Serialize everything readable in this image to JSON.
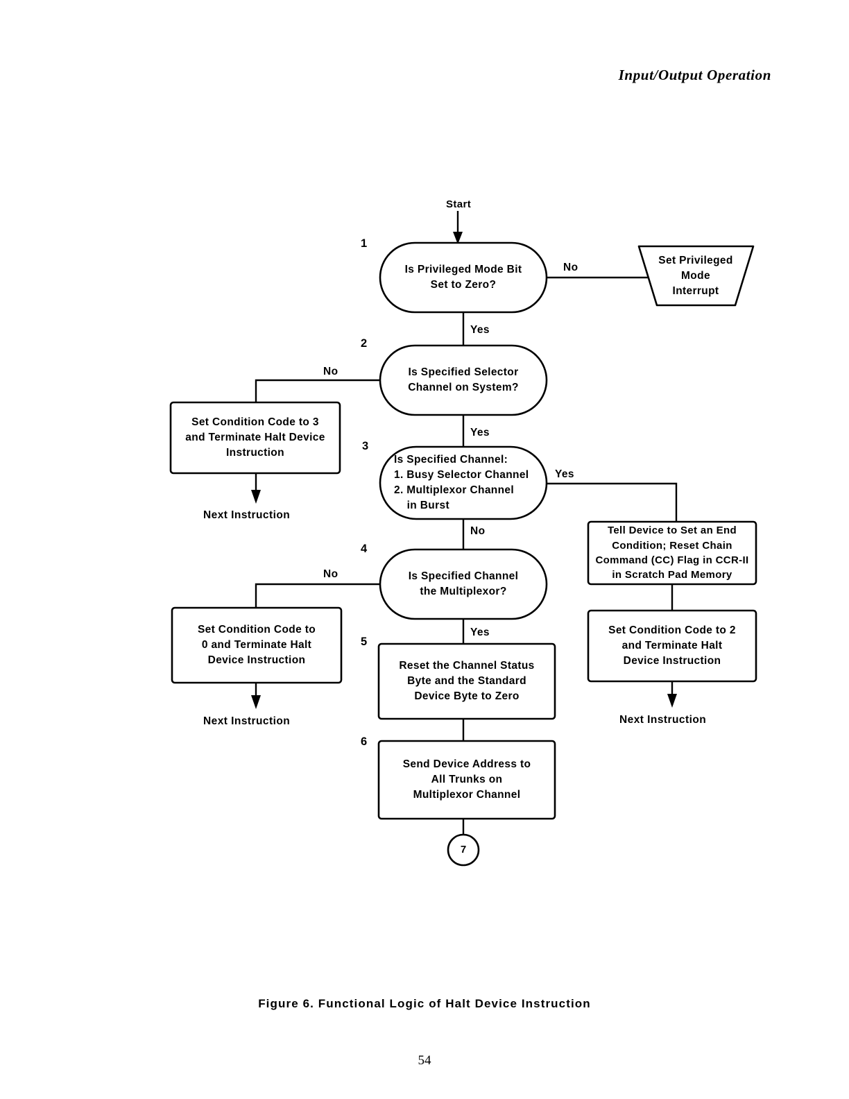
{
  "page": {
    "running_head": "Input/Output Operation",
    "caption": "Figure 6. Functional Logic of Halt Device Instruction",
    "folio": "54"
  },
  "flowchart": {
    "title": "Functional Logic of Halt Device Instruction",
    "start_label": "Start",
    "nodes": [
      {
        "id": "d1",
        "step": "1",
        "shape": "stadium",
        "lines": [
          "Is Privileged Mode Bit",
          "Set to Zero?"
        ],
        "align": "center"
      },
      {
        "id": "t1",
        "step": "",
        "shape": "trapezoid",
        "lines": [
          "Set Privileged",
          "Mode",
          "Interrupt"
        ],
        "align": "center"
      },
      {
        "id": "d2",
        "step": "2",
        "shape": "stadium",
        "lines": [
          "Is Specified Selector",
          "Channel on System?"
        ],
        "align": "center"
      },
      {
        "id": "p_cc3",
        "step": "",
        "shape": "rect",
        "lines": [
          "Set Condition Code to 3",
          "and Terminate Halt Device",
          "Instruction"
        ],
        "align": "center"
      },
      {
        "id": "d3",
        "step": "3",
        "shape": "stadium",
        "lines": [
          "Is Specified Channel:",
          "1. Busy Selector Channel",
          "2. Multiplexor Channel",
          "    in Burst"
        ],
        "align": "left"
      },
      {
        "id": "p_tell",
        "step": "",
        "shape": "rect",
        "lines": [
          "Tell Device to Set an End",
          "Condition; Reset Chain",
          "Command (CC) Flag in CCR-II",
          "in Scratch Pad Memory"
        ],
        "align": "center"
      },
      {
        "id": "d4",
        "step": "4",
        "shape": "stadium",
        "lines": [
          "Is Specified Channel",
          "the Multiplexor?"
        ],
        "align": "center"
      },
      {
        "id": "p_cc0",
        "step": "",
        "shape": "rect",
        "lines": [
          "Set Condition Code to",
          "0 and Terminate Halt",
          "Device Instruction"
        ],
        "align": "center"
      },
      {
        "id": "p_cc2",
        "step": "",
        "shape": "rect",
        "lines": [
          "Set Condition Code to 2",
          "and Terminate Halt",
          "Device Instruction"
        ],
        "align": "center"
      },
      {
        "id": "p5",
        "step": "5",
        "shape": "rect",
        "lines": [
          "Reset the Channel Status",
          "Byte and the Standard",
          "Device Byte to Zero"
        ],
        "align": "center"
      },
      {
        "id": "p6",
        "step": "6",
        "shape": "rect",
        "lines": [
          "Send Device Address to",
          "All Trunks on",
          "Multiplexor Channel"
        ],
        "align": "center"
      },
      {
        "id": "c7",
        "step": "",
        "shape": "circle",
        "lines": [
          "7"
        ],
        "align": "center"
      }
    ],
    "edge_labels": {
      "d1_no": "No",
      "d1_yes": "Yes",
      "d2_no": "No",
      "d2_yes": "Yes",
      "d3_yes": "Yes",
      "d3_no": "No",
      "d4_no": "No",
      "d4_yes": "Yes"
    },
    "terminals": {
      "next_left_top": "Next Instruction",
      "next_left_bottom": "Next Instruction",
      "next_right": "Next Instruction"
    },
    "step_numbers": [
      "1",
      "2",
      "3",
      "4",
      "5",
      "6"
    ],
    "connector_label": "7"
  }
}
